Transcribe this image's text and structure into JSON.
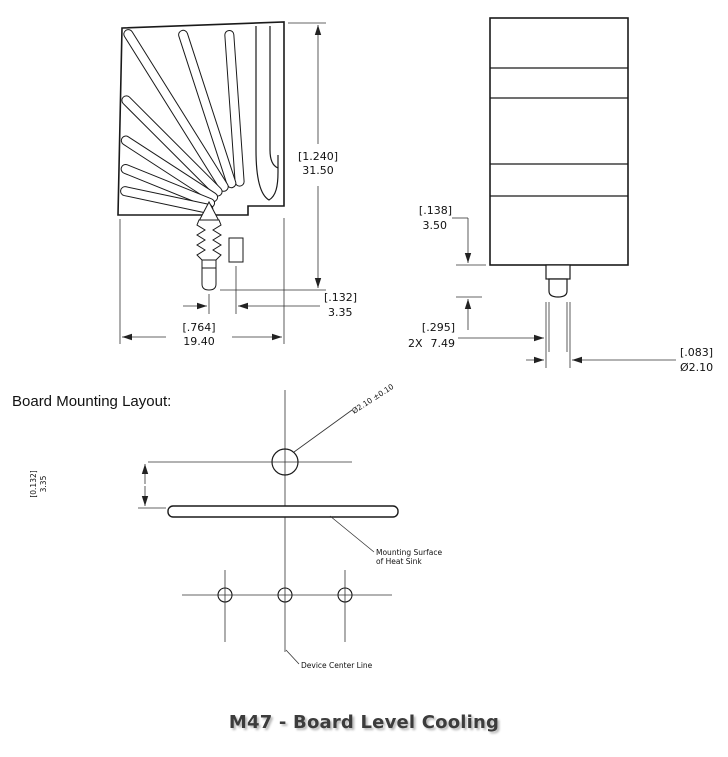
{
  "title": "M47 - Board Level Cooling",
  "side_view": {
    "height_bracket": "[1.240]",
    "height_mm": "31.50",
    "pin_offset_bracket": "[.132]",
    "pin_offset_mm": "3.35",
    "width_bracket": "[.764]",
    "width_mm": "19.40"
  },
  "front_view": {
    "pin_length_bracket": "[.138]",
    "pin_length_mm": "3.50",
    "spacing_bracket": "[.295]",
    "spacing_qty": "2X",
    "spacing_mm": "7.49",
    "pin_dia_bracket": "[.083]",
    "pin_dia_mm": "Ø2.10"
  },
  "board_layout": {
    "section_label": "Board Mounting Layout:",
    "hole_dia_note": "Ø2.10 ±0.10",
    "offset_bracket": "[0.132]",
    "offset_mm": "3.35",
    "mounting_surface_l1": "Mounting Surface",
    "mounting_surface_l2": "of Heat Sink",
    "device_center_line": "Device Center Line"
  }
}
